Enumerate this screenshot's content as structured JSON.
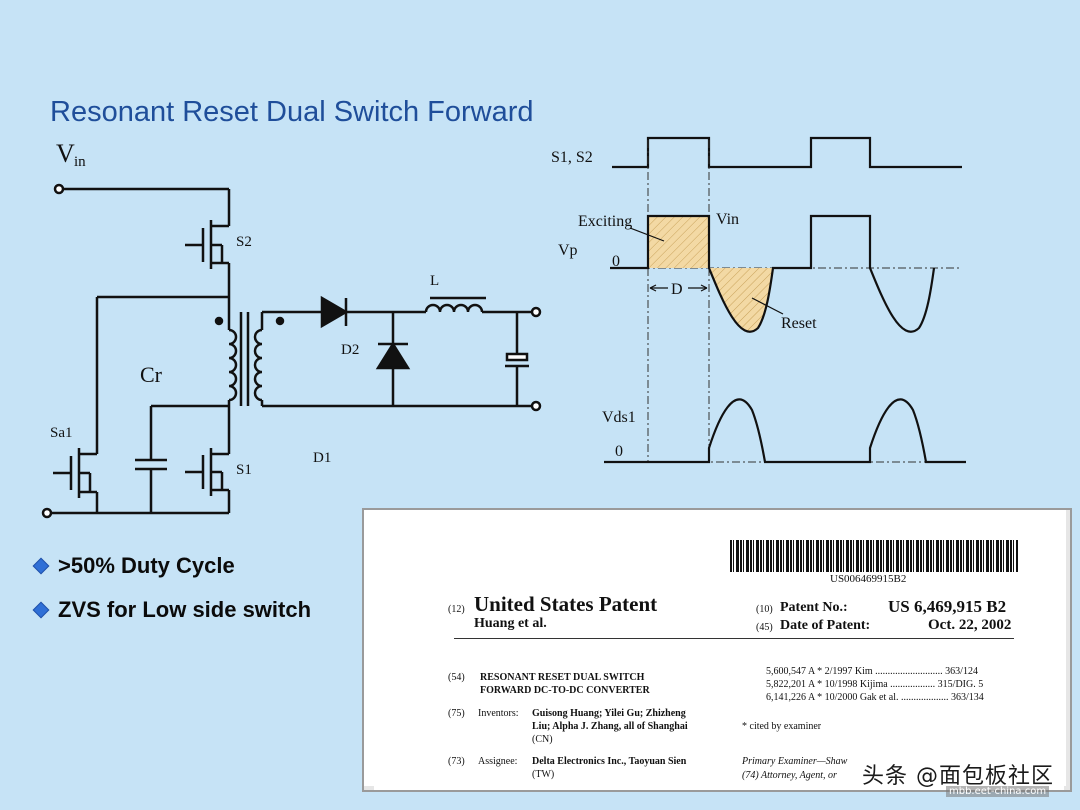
{
  "title": "Resonant Reset Dual Switch Forward",
  "schematic_labels": {
    "vin_v": "V",
    "vin_sub": "in",
    "s2": "S2",
    "s1": "S1",
    "sa1": "Sa1",
    "cr": "Cr",
    "d1": "D1",
    "d2": "D2",
    "l": "L"
  },
  "waveform_labels": {
    "s1s2": "S1, S2",
    "exciting": "Exciting",
    "vin": "Vin",
    "vp": "Vp",
    "zero_vp": "0",
    "d": "D",
    "reset": "Reset",
    "vds1": "Vds1",
    "zero_vds": "0"
  },
  "bullets": [
    ">50% Duty Cycle",
    "ZVS for Low side switch"
  ],
  "patent": {
    "barcode_number": "US006469915B2",
    "kind12": "(12)",
    "heading": "United States Patent",
    "inventors_short": "Huang et al.",
    "no_code": "(10)",
    "no_label": "Patent No.:",
    "no_value": "US 6,469,915 B2",
    "date_code": "(45)",
    "date_label": "Date of Patent:",
    "date_value": "Oct. 22, 2002",
    "f54_code": "(54)",
    "f54_line1": "RESONANT RESET DUAL SWITCH",
    "f54_line2": "FORWARD DC-TO-DC CONVERTER",
    "f75_code": "(75)",
    "f75_label": "Inventors:",
    "f75_line1": "Guisong Huang; Yilei Gu; Zhizheng",
    "f75_line2": "Liu; Alpha J. Zhang, all of Shanghai",
    "f75_line3": "(CN)",
    "f73_code": "(73)",
    "f73_label": "Assignee:",
    "f73_line1": "Delta Electronics Inc., Taoyuan Sien",
    "f73_line2": "(TW)",
    "refs": [
      "5,600,547 A  *  2/1997  Kim ........................... 363/124",
      "5,822,201 A  * 10/1998  Kijima .................. 315/DIG. 5",
      "6,141,226 A  * 10/2000  Gak et al. ................... 363/134"
    ],
    "cited": "* cited by examiner",
    "examiner": "Primary Examiner—Shaw",
    "attorney": "(74) Attorney, Agent, or"
  },
  "watermark": {
    "main": "头条 @面包板社区",
    "sub": "mbb.eet-china.com"
  },
  "colors": {
    "background": "#c6e3f6",
    "title": "#1f4e9a",
    "bullet": "#2f6fd6",
    "hatch": "#f3d9a4"
  }
}
